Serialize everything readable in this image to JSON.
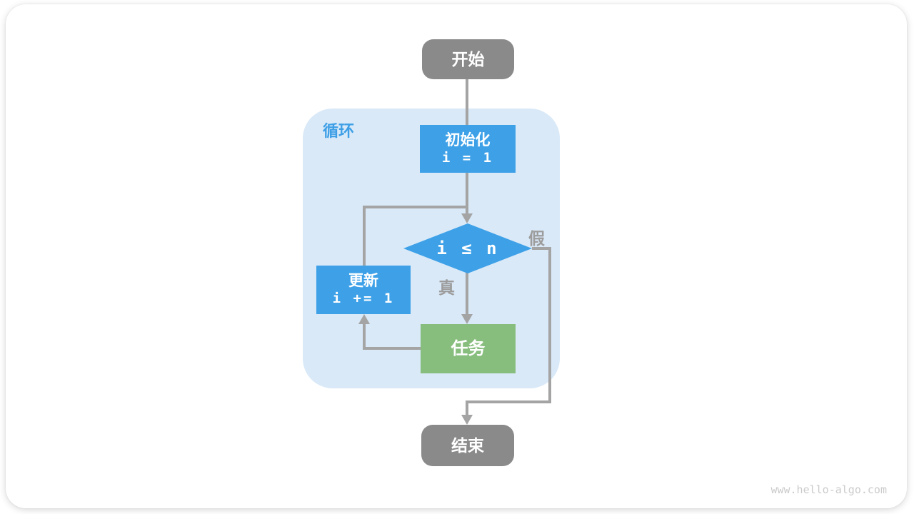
{
  "watermark": "www.hello-algo.com",
  "diagram": {
    "type": "flowchart",
    "loop_label": "循环",
    "nodes": {
      "start": {
        "label": "开始",
        "shape": "rounded-rect",
        "color": "#8A8A8A"
      },
      "init": {
        "label": "初始化",
        "code": "i = 1",
        "shape": "rect",
        "color": "#3EA1E8"
      },
      "cond": {
        "label": "i ≤ n",
        "shape": "diamond",
        "color": "#3EA1E8"
      },
      "update": {
        "label": "更新",
        "code": "i += 1",
        "shape": "rect",
        "color": "#3EA1E8"
      },
      "task": {
        "label": "任务",
        "shape": "rect",
        "color": "#87BD7D"
      },
      "end": {
        "label": "结束",
        "shape": "rounded-rect",
        "color": "#8A8A8A"
      }
    },
    "edge_labels": {
      "true_label": "真",
      "false_label": "假"
    },
    "edges": [
      {
        "from": "start",
        "to": "init"
      },
      {
        "from": "init",
        "to": "cond"
      },
      {
        "from": "update",
        "to": "cond"
      },
      {
        "from": "cond",
        "to": "task",
        "label": "真"
      },
      {
        "from": "task",
        "to": "update"
      },
      {
        "from": "cond",
        "to": "end",
        "label": "假"
      }
    ],
    "colors": {
      "node_blue": "#3EA1E8",
      "node_green": "#87BD7D",
      "node_gray": "#8A8A8A",
      "loop_background": "#D9E9F8",
      "loop_label_blue": "#3E9FE6",
      "edge_gray": "#A4A4A4",
      "edge_label_gray": "#9C9C9C",
      "watermark_gray": "#CBCBCB"
    }
  }
}
